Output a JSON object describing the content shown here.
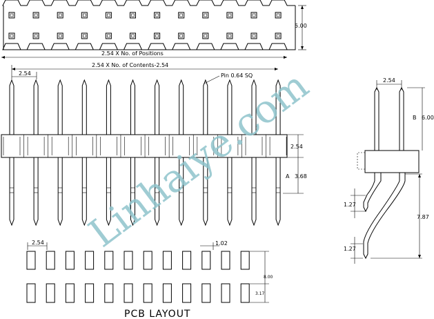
{
  "labels": {
    "positions_dim": "2.54 X No. of Positions",
    "contents_dim": "2.54 X No. of Contents-2.54",
    "pin_note": "Pin 0.64 SQ",
    "pitch_top": "2.54",
    "top_height": "5.00",
    "body_height": "2.54",
    "dim_a_letter": "A",
    "dim_a_value": "3.68",
    "side_pitch": "2.54",
    "dim_b_letter": "B",
    "dim_b_value": "6.00",
    "side_127_upper": "1.27",
    "side_787": "7.87",
    "side_127_lower": "1.27",
    "pcb_pitch": "2.54",
    "pcb_pad_width": "1.02",
    "pcb_row_span": "8.00",
    "pcb_pad_length": "3.17",
    "pcb_title": "PCB LAYOUT",
    "watermark": "Linhaiye.com"
  }
}
